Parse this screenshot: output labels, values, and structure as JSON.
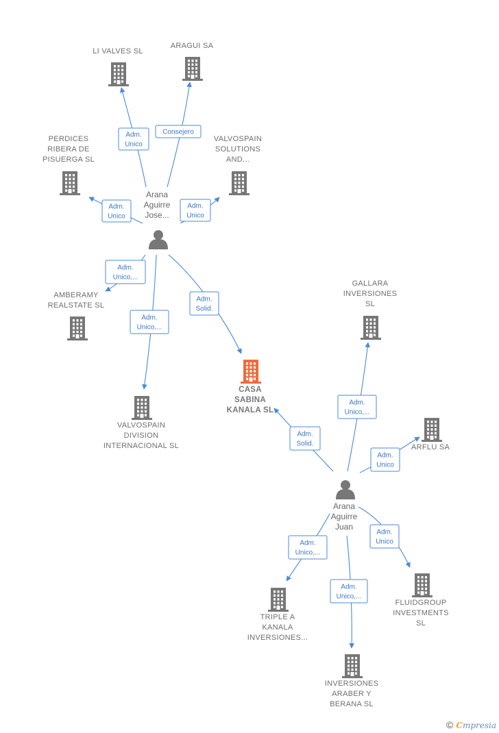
{
  "companies": [
    {
      "id": "livalves",
      "lines": [
        "LI VALVES  SL"
      ]
    },
    {
      "id": "aragui",
      "lines": [
        "ARAGUI SA"
      ]
    },
    {
      "id": "perdices",
      "lines": [
        "PERDICES",
        "RIBERA DE",
        "PISUERGA SL"
      ]
    },
    {
      "id": "valvospain_sol",
      "lines": [
        "VALVOSPAIN",
        "SOLUTIONS",
        "AND..."
      ]
    },
    {
      "id": "amberamy",
      "lines": [
        "AMBERAMY",
        "REALSTATE  SL"
      ]
    },
    {
      "id": "valvospain_div",
      "lines": [
        "VALVOSPAIN",
        "DIVISION",
        "INTERNACIONAL SL"
      ]
    },
    {
      "id": "casa",
      "lines": [
        "CASA",
        "SABINA",
        "KANALA  SL"
      ],
      "main": true
    },
    {
      "id": "gallara",
      "lines": [
        "GALLARA",
        "INVERSIONES",
        "SL"
      ]
    },
    {
      "id": "arflu",
      "lines": [
        "ARFLU SA"
      ]
    },
    {
      "id": "fluidgroup",
      "lines": [
        "FLUIDGROUP",
        "INVESTMENTS",
        "SL"
      ]
    },
    {
      "id": "triplea",
      "lines": [
        "TRIPLE A",
        "KANALA",
        "INVERSIONES..."
      ]
    },
    {
      "id": "araber",
      "lines": [
        "INVERSIONES",
        "ARABER Y",
        "BERANA SL"
      ]
    }
  ],
  "persons": [
    {
      "id": "jose",
      "lines": [
        "Arana",
        "Aguirre",
        "Jose..."
      ]
    },
    {
      "id": "juan",
      "lines": [
        "Arana",
        "Aguirre",
        "Juan"
      ]
    }
  ],
  "edges": [
    {
      "from": "jose",
      "to": "livalves",
      "label": [
        "Adm.",
        "Unico"
      ]
    },
    {
      "from": "jose",
      "to": "aragui",
      "label": [
        "Consejero"
      ]
    },
    {
      "from": "jose",
      "to": "perdices",
      "label": [
        "Adm.",
        "Unico"
      ]
    },
    {
      "from": "jose",
      "to": "valvospain_sol",
      "label": [
        "Adm.",
        "Unico"
      ]
    },
    {
      "from": "jose",
      "to": "amberamy",
      "label": [
        "Adm.",
        "Unico,..."
      ]
    },
    {
      "from": "jose",
      "to": "valvospain_div",
      "label": [
        "Adm.",
        "Unico,..."
      ]
    },
    {
      "from": "jose",
      "to": "casa",
      "label": [
        "Adm.",
        "Solid."
      ]
    },
    {
      "from": "juan",
      "to": "casa",
      "label": [
        "Adm.",
        "Solid."
      ]
    },
    {
      "from": "juan",
      "to": "gallara",
      "label": [
        "Adm.",
        "Unico,..."
      ]
    },
    {
      "from": "juan",
      "to": "arflu",
      "label": [
        "Adm.",
        "Unico"
      ]
    },
    {
      "from": "juan",
      "to": "fluidgroup",
      "label": [
        "Adm.",
        "Unico"
      ]
    },
    {
      "from": "juan",
      "to": "triplea",
      "label": [
        "Adm.",
        "Unico,..."
      ]
    },
    {
      "from": "juan",
      "to": "araber",
      "label": [
        "Adm.",
        "Unico,..."
      ]
    }
  ],
  "colors": {
    "edge": "#4a8ad9",
    "building": "#777777",
    "building_main": "#f26a3a",
    "person": "#777777"
  },
  "footer": {
    "copyright": "©",
    "brand_first": "C",
    "brand_rest": "mpresia"
  }
}
